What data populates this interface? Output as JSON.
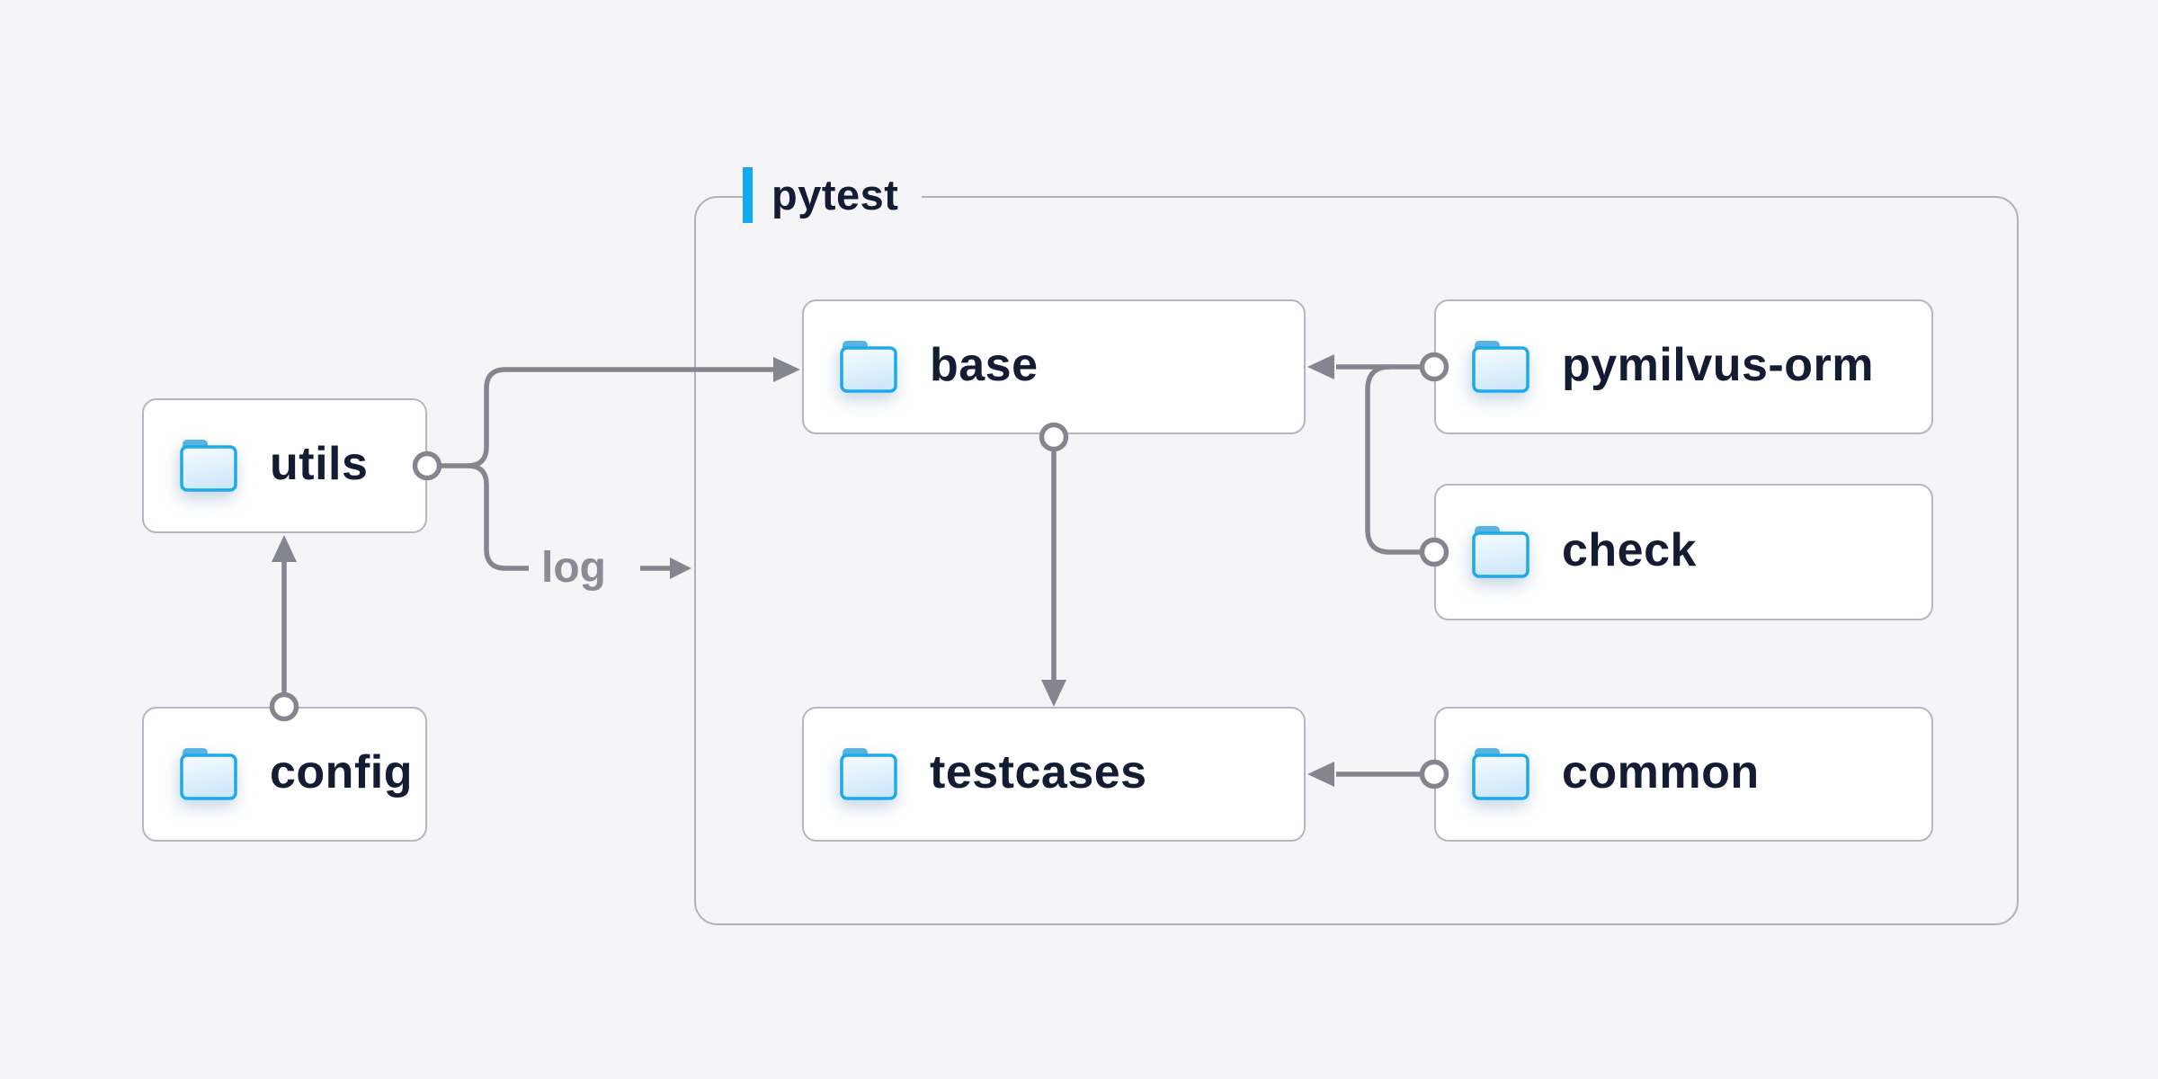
{
  "canvas": {
    "background": "#f5f5f7"
  },
  "palette": {
    "accent_blue": "#14abec",
    "folder_stroke": "#1ea9e8",
    "folder_tab": "#58b2e2",
    "folder_fill_top": "#f6fbfe",
    "folder_fill_bottom": "#d0e8f9",
    "text_navy": "#131c33",
    "connector_gray": "#85858f",
    "box_border": "#b6b6c2",
    "group_border": "#b2b2bf",
    "box_background": "#ffffff"
  },
  "group": {
    "label": "pytest"
  },
  "nodes": [
    {
      "id": "utils",
      "label": "utils",
      "in_group": false
    },
    {
      "id": "config",
      "label": "config",
      "in_group": false
    },
    {
      "id": "base",
      "label": "base",
      "in_group": true
    },
    {
      "id": "pymilvus-orm",
      "label": "pymilvus-orm",
      "in_group": true
    },
    {
      "id": "check",
      "label": "check",
      "in_group": true
    },
    {
      "id": "testcases",
      "label": "testcases",
      "in_group": true
    },
    {
      "id": "common",
      "label": "common",
      "in_group": true
    }
  ],
  "edges": [
    {
      "from": "config",
      "to": "utils",
      "label": "",
      "type": "arrow"
    },
    {
      "from": "utils",
      "to": "base",
      "label": "",
      "type": "arrow"
    },
    {
      "from": "utils",
      "to": "pytest-group",
      "label": "log",
      "type": "arrow"
    },
    {
      "from": "pymilvus-orm",
      "to": "base",
      "label": "",
      "type": "arrow"
    },
    {
      "from": "check",
      "to": "base",
      "label": "",
      "type": "merge"
    },
    {
      "from": "base",
      "to": "testcases",
      "label": "",
      "type": "arrow"
    },
    {
      "from": "common",
      "to": "testcases",
      "label": "",
      "type": "arrow"
    }
  ]
}
